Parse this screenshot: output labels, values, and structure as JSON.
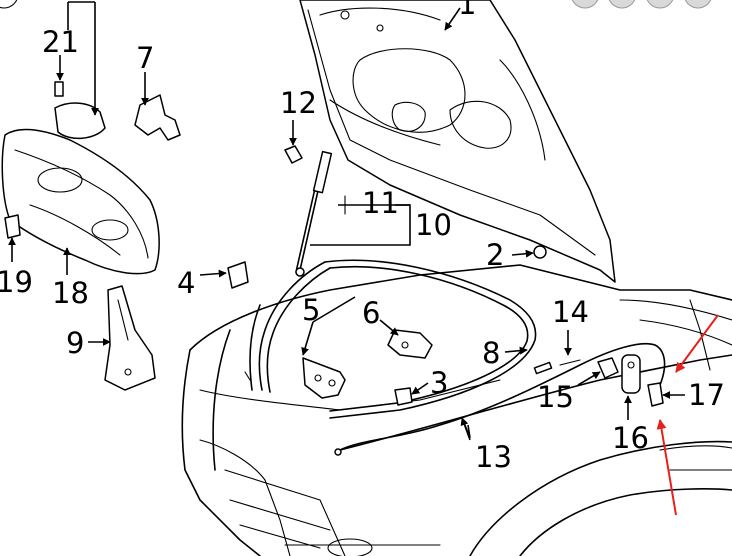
{
  "diagram": {
    "callouts": {
      "c1": "1",
      "c2": "2",
      "c3": "3",
      "c4": "4",
      "c5": "5",
      "c6": "6",
      "c7": "7",
      "c8": "8",
      "c9": "9",
      "c10": "10",
      "c11": "11",
      "c12": "12",
      "c13": "13",
      "c14": "14",
      "c15": "15",
      "c16": "16",
      "c17": "17",
      "c18": "18",
      "c19": "19",
      "c21": "21"
    },
    "highlight_color": "#e8201c",
    "line_color": "#000000"
  }
}
